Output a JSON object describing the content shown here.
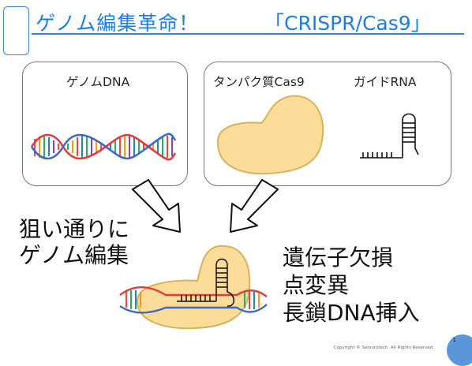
{
  "slide": {
    "title": "ゲノム編集革命！",
    "title_right": "「CRISPR/Cas9」",
    "left_panel_label": "ゲノムDNA",
    "protein_label": "タンパク質Cas9",
    "guide_label": "ガイドRNA",
    "left_caption_line1": "狙い通りに",
    "left_caption_line2": "ゲノム編集",
    "right_caption_line1": "遺伝子欠損",
    "right_caption_line2": "点変異",
    "right_caption_line3": "長鎖DNA挿入",
    "copyright": "Copyright © Setsurotech. All Rights Reserved.",
    "page_number": "1"
  },
  "colors": {
    "accent": "#1f7de0",
    "cas9_fill": "#fbdc98",
    "cas9_stroke": "#d7b25d",
    "dna_strand": "#e23b3b",
    "dna_strand2": "#3f67c8"
  },
  "icons": [
    "dna-helix-icon",
    "cas9-protein-icon",
    "guide-rna-icon",
    "arrow-down-right-icon",
    "arrow-down-left-icon"
  ]
}
